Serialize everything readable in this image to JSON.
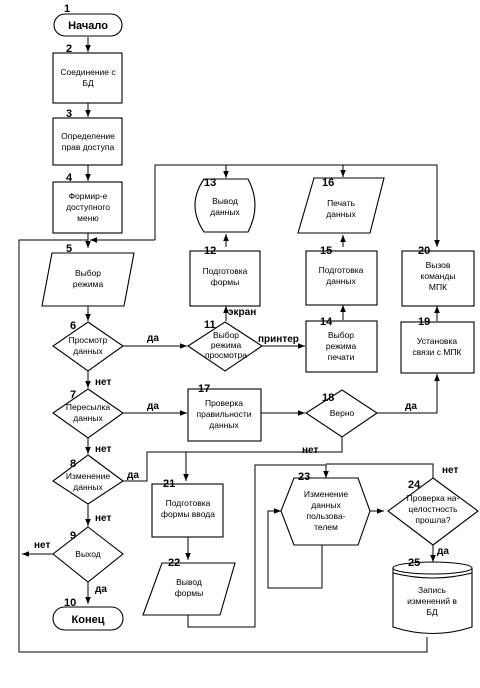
{
  "nodes": {
    "n1": {
      "num": "1",
      "l1": "Начало"
    },
    "n2": {
      "num": "2",
      "l1": "Соединение с",
      "l2": "БД"
    },
    "n3": {
      "num": "3",
      "l1": "Определение",
      "l2": "прав доступа"
    },
    "n4": {
      "num": "4",
      "l1": "Формир-е",
      "l2": "доступного",
      "l3": "меню"
    },
    "n5": {
      "num": "5",
      "l1": "Выбор",
      "l2": "режима"
    },
    "n6": {
      "num": "6",
      "l1": "Просмотр",
      "l2": "данных"
    },
    "n7": {
      "num": "7",
      "l1": "Пересылка",
      "l2": "данных"
    },
    "n8": {
      "num": "8",
      "l1": "Изменение",
      "l2": "данных"
    },
    "n9": {
      "num": "9",
      "l1": "Выход"
    },
    "n10": {
      "num": "10",
      "l1": "Конец"
    },
    "n11": {
      "num": "11",
      "l1": "Выбор",
      "l2": "режима",
      "l3": "просмотра"
    },
    "n12": {
      "num": "12",
      "l1": "Подготовка",
      "l2": "формы"
    },
    "n13": {
      "num": "13",
      "l1": "Вывод",
      "l2": "данных"
    },
    "n14": {
      "num": "14",
      "l1": "Выбор",
      "l2": "режима",
      "l3": "печати"
    },
    "n15": {
      "num": "15",
      "l1": "Подготовка",
      "l2": "данных"
    },
    "n16": {
      "num": "16",
      "l1": "Печать",
      "l2": "данных"
    },
    "n17": {
      "num": "17",
      "l1": "Проверка",
      "l2": "правильности",
      "l3": "данных"
    },
    "n18": {
      "num": "18",
      "l1": "Верно"
    },
    "n19": {
      "num": "19",
      "l1": "Установка",
      "l2": "связи с МПК"
    },
    "n20": {
      "num": "20",
      "l1": "Вызов",
      "l2": "команды",
      "l3": "МПК"
    },
    "n21": {
      "num": "21",
      "l1": "Подготовка",
      "l2": "формы ввода"
    },
    "n22": {
      "num": "22",
      "l1": "Вывод",
      "l2": "формы"
    },
    "n23": {
      "num": "23",
      "l1": "Изменение",
      "l2": "данных",
      "l3": "пользова-",
      "l4": "телем"
    },
    "n24": {
      "num": "24",
      "l1": "Проверка на-",
      "l2": "целостность",
      "l3": "прошла?"
    },
    "n25": {
      "num": "25",
      "l1": "Запись",
      "l2": "изменений в",
      "l3": "БД"
    }
  },
  "edge_labels": {
    "yes6": "да",
    "no6": "нет",
    "yes7": "да",
    "no7": "нет",
    "yes8": "да",
    "no8": "нет",
    "no9": "нет",
    "yes9": "да",
    "screen": "экран",
    "printer": "принтер",
    "yes18": "да",
    "no18": "нет",
    "no24": "нет",
    "yes24": "да"
  }
}
